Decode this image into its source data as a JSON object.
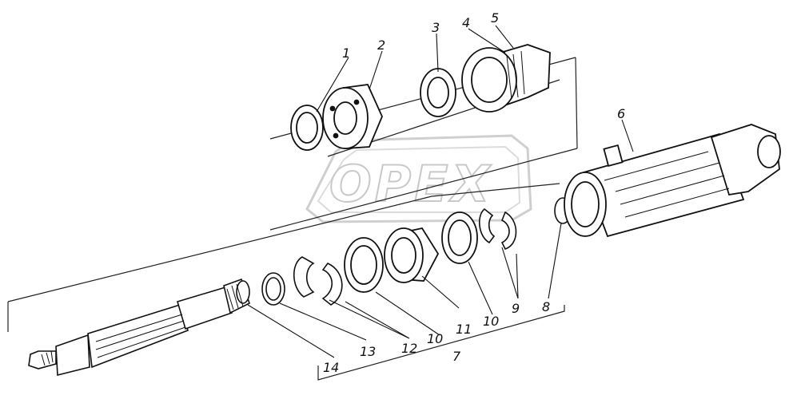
{
  "watermark": {
    "text": "OPEX"
  },
  "callouts": {
    "c1": "1",
    "c2": "2",
    "c3": "3",
    "c4": "4",
    "c5": "5",
    "c6": "6",
    "c7": "7",
    "c8": "8",
    "c9": "9",
    "c10a": "10",
    "c10b": "10",
    "c11": "11",
    "c12": "12",
    "c13": "13",
    "c14": "14"
  }
}
